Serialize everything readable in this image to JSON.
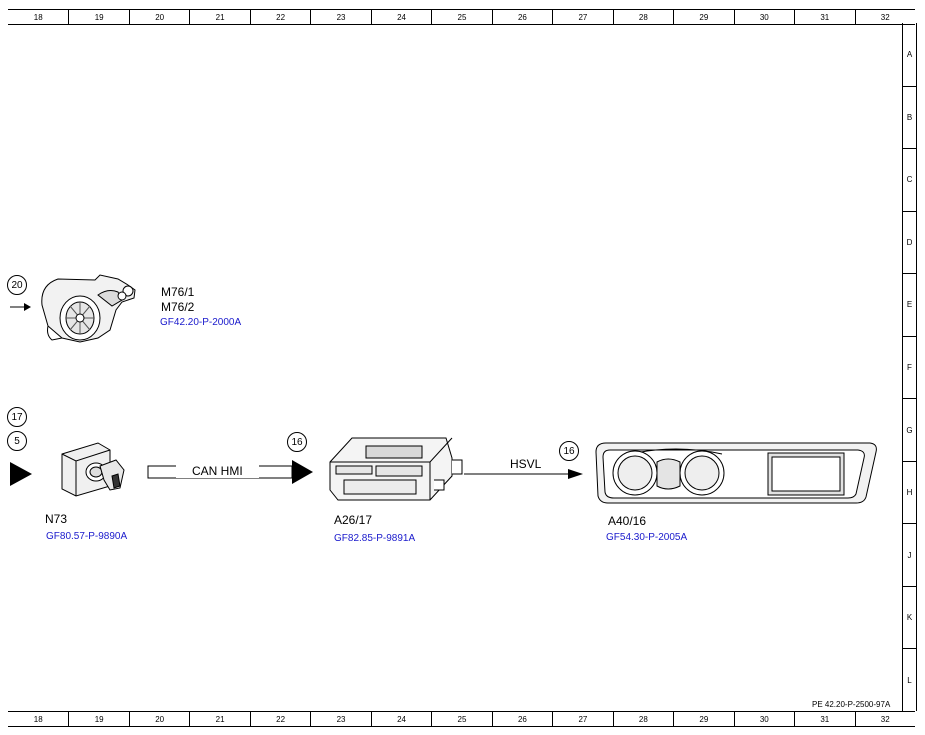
{
  "ruler": {
    "columns": [
      "18",
      "19",
      "20",
      "21",
      "22",
      "23",
      "24",
      "25",
      "26",
      "27",
      "28",
      "29",
      "30",
      "31",
      "32"
    ],
    "rows": [
      "A",
      "B",
      "C",
      "D",
      "E",
      "F",
      "G",
      "H",
      "J",
      "K",
      "L"
    ]
  },
  "connectors": {
    "c20": "20",
    "c17": "17",
    "c5": "5",
    "c16a": "16",
    "c16b": "16"
  },
  "components": {
    "m76": {
      "label1": "M76/1",
      "label2": "M76/2",
      "ref": "GF42.20-P-2000A"
    },
    "n73": {
      "label": "N73",
      "ref": "GF80.57-P-9890A"
    },
    "a26": {
      "label": "A26/17",
      "ref": "GF82.85-P-9891A"
    },
    "a40": {
      "label": "A40/16",
      "ref": "GF54.30-P-2005A"
    }
  },
  "signals": {
    "can": "CAN HMI",
    "hsvl": "HSVL"
  },
  "doc_ref": "PE 42.20-P-2500-97A"
}
